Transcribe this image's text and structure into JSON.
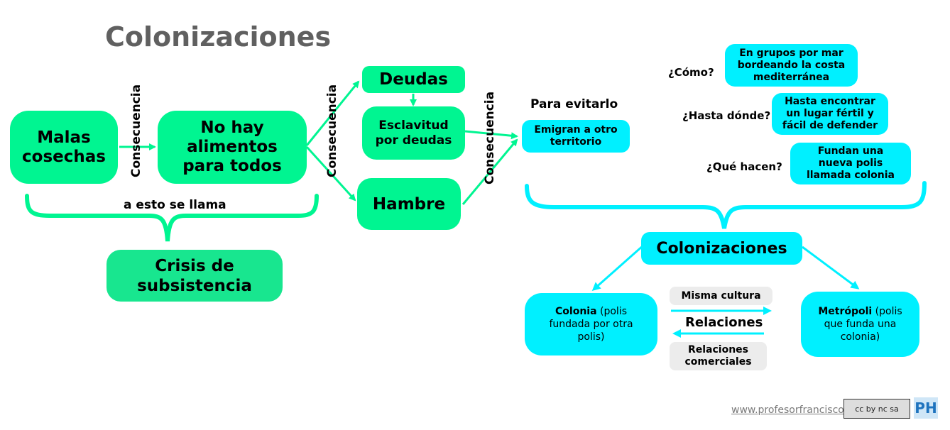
{
  "title": "Colonizaciones",
  "left": {
    "malas_cosechas": "Malas cosechas",
    "no_hay_alimentos": "No hay alimentos para todos",
    "consecuencia_1": "Consecuencia",
    "consecuencia_2": "Consecuencia",
    "consecuencia_3": "Consecuencia",
    "a_esto_se_llama": "a esto se llama",
    "crisis": "Crisis de subsistencia",
    "deudas": "Deudas",
    "esclavitud": "Esclavitud por deudas",
    "hambre": "Hambre"
  },
  "right": {
    "para_evitarlo": "Para evitarlo",
    "emigran": "Emigran a otro territorio",
    "como_q": "¿Cómo?",
    "como_a": "En grupos por mar bordeando la costa mediterránea",
    "hasta_q": "¿Hasta dónde?",
    "hasta_a": "Hasta encontrar un lugar fértil y fácil de defender",
    "que_q": "¿Qué hacen?",
    "que_a": "Fundan una nueva polis llamada colonia",
    "colonizaciones": "Colonizaciones",
    "colonia_bold": "Colonia",
    "colonia_rest": " (polis fundada por otra polis)",
    "metropoli_bold": "Metrópoli",
    "metropoli_rest": " (polis que funda una colonia)",
    "misma_cultura": "Misma cultura",
    "relaciones": "Relaciones",
    "relaciones_comerciales": "Relaciones comerciales"
  },
  "footer": {
    "link": "www.profesorfrancisco.es",
    "cc": "cc by nc sa",
    "logo": "PH"
  },
  "colors": {
    "green": "#00f591",
    "cyan": "#00f0ff",
    "title_gray": "#606060"
  }
}
